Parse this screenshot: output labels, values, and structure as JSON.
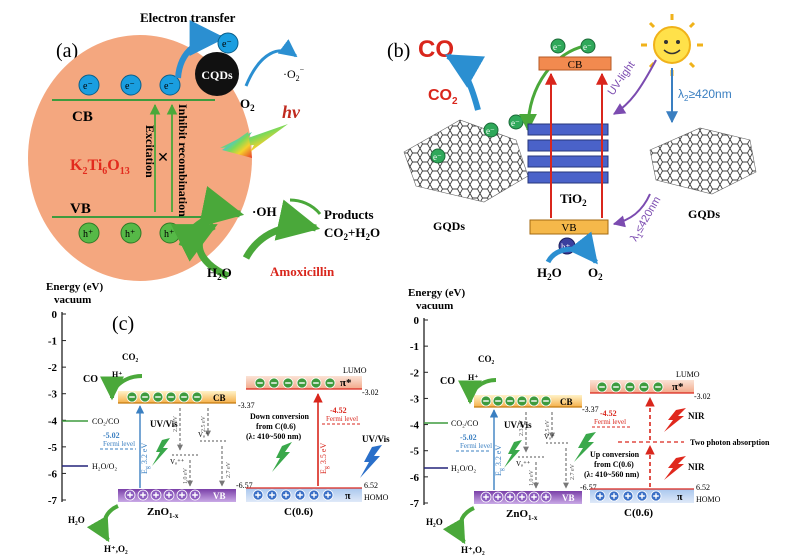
{
  "panel_a": {
    "label": "(a)",
    "electron_transfer": "Electron transfer",
    "cqds": "CQDs",
    "superoxide": "·O",
    "superoxide_sub": "2",
    "superoxide_sup": "−",
    "o2": "O",
    "o2_sub": "2",
    "cb": "CB",
    "vb": "VB",
    "electron": "e⁻",
    "hole": "h⁺",
    "hv": "hν",
    "excitation": "Excitation",
    "inhibit": "Inhibit recombination",
    "catalyst_main": "K",
    "catalyst_s1": "2",
    "catalyst_mid": "Ti",
    "catalyst_s2": "6",
    "catalyst_o": "O",
    "catalyst_s3": "13",
    "oh": "·OH",
    "h2o": "H",
    "h2o_sub": "2",
    "h2o_end": "O",
    "amoxicillin": "Amoxicillin",
    "products": "Products",
    "co2_h2o": "CO",
    "co2_sub": "2",
    "plus_h2o": "+H",
    "plus_sub": "2",
    "plus_end": "O"
  },
  "panel_b": {
    "label": "(b)",
    "co": "CO",
    "co2": "CO",
    "co2_sub": "2",
    "cb": "CB",
    "vb": "VB",
    "tio2": "TiO",
    "tio2_sub": "2",
    "uv_light": "UV-light",
    "lambda2": "λ",
    "lambda2_sub": "2",
    "lambda2_val": "≥420nm",
    "lambda1": "λ",
    "lambda1_sub": "1",
    "lambda1_val": "≤420nm",
    "gqds_left": "GQDs",
    "gqds_right": "GQDs",
    "h2o": "H",
    "h2o_sub": "2",
    "h2o_end": "O",
    "o2": "O",
    "o2_sub": "2",
    "electron": "e⁻",
    "hole": "h⁺"
  },
  "panel_c": {
    "label": "(c)",
    "axis_title_1": "Energy (eV)",
    "axis_title_2": "vacuum",
    "ticks": [
      "0",
      "-1",
      "-2",
      "-3",
      "-4",
      "-5",
      "-6",
      "-7"
    ],
    "co2_co": "CO₂/CO",
    "h2o_o2": "H₂O/O₂",
    "co": "CO",
    "co2": "CO₂",
    "h_plus": "H⁺",
    "cb": "CB",
    "vb": "VB",
    "cb_val": "-3.37",
    "vb_val": "-6.57",
    "lumo_val": "-3.02",
    "homo_val": "6.52",
    "fermi_zno": "-5.02",
    "fermi_c": "-4.52",
    "fermi_label": "Fermi level",
    "eg_zno": "E",
    "eg_zno_sub": "g",
    "eg_zno_val": " 3.2 eV",
    "eg_c_val": " 3.5 eV",
    "uv_vis": "UV/Vis",
    "lumo": "LUMO",
    "homo": "HOMO",
    "pi_star": "π*",
    "pi": "π",
    "zno": "ZnO",
    "zno_sub": "1-x",
    "c06": "C(0.6)",
    "h2o": "H₂O",
    "h_o2": "H⁺,O₂",
    "vo_top": "Vₒ⁺",
    "vo_bottom": "Vₒ⁺⁺",
    "gap_23": "2.3 eV",
    "gap_25": "2.5 eV",
    "gap_27": "2.7 eV",
    "gap_10": "1.0 eV",
    "down_1": "Down conversion",
    "down_2": "from C(0.6)",
    "down_3": "(λ: 410~500 nm)",
    "up_1": "Up conversion",
    "up_2": "from C(0.6)",
    "up_3": "(λ: 410~560 nm)",
    "nir": "NIR",
    "two_photon": "Two photon absorption"
  }
}
